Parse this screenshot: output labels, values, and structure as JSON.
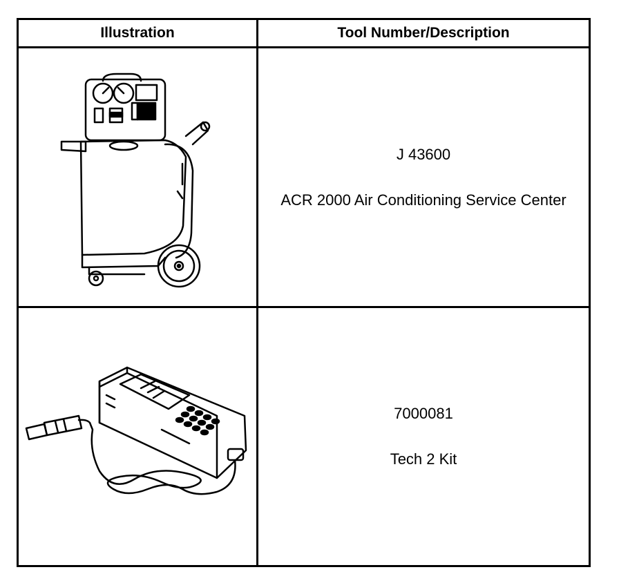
{
  "table": {
    "headers": {
      "illustration": "Illustration",
      "tool": "Tool Number/Description"
    },
    "rows": [
      {
        "tool_number": "J 43600",
        "description": "ACR 2000 Air Conditioning Service Center",
        "illustration_icon": "ac-service-center-icon"
      },
      {
        "tool_number": "7000081",
        "description": "Tech 2 Kit",
        "illustration_icon": "tech2-scan-tool-icon"
      }
    ]
  }
}
